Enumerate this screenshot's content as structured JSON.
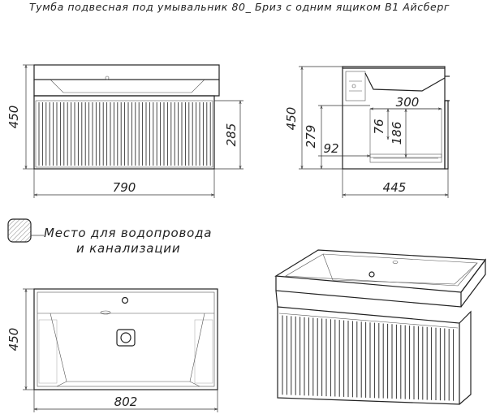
{
  "title": "Тумба подвесная под умывальник 80_ Бриз с одним ящиком В1 Айсберг",
  "front_view": {
    "height_total": "450",
    "height_drawer": "285",
    "width": "790"
  },
  "side_view": {
    "height_total": "450",
    "height_drawer": "279",
    "depth": "445",
    "inner_depth": "300",
    "inner_h1": "76",
    "inner_h2": "186",
    "offset": "92"
  },
  "top_view": {
    "height": "450",
    "width": "802"
  },
  "legend": {
    "line1": "Место для водопровода",
    "line2": "и канализации"
  },
  "colors": {
    "line": "#222222",
    "hatch": "#999999",
    "background": "#ffffff"
  }
}
